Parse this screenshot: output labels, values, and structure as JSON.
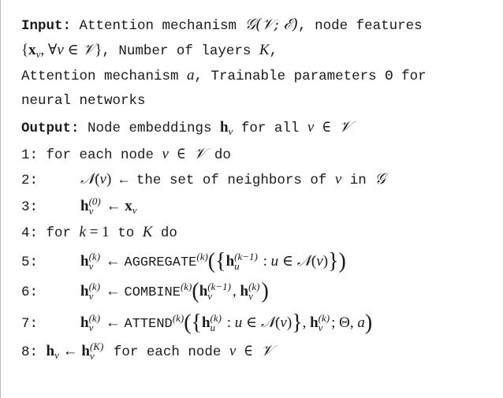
{
  "input": {
    "keyword": "Input:",
    "line1_text": " Attention mechanism ",
    "line1_math": "𝒢(𝒱; ℰ)",
    "line1_tail": ", node features",
    "line2_math": "{x",
    "line2_tail": ", Number of layers ",
    "line2_K": "K",
    "line3_text": "Attention mechanism ",
    "line3_a": "a",
    "line3_tail": ", Trainable parameters Θ for",
    "line4_text": "neural networks"
  },
  "output": {
    "keyword": "Output:",
    "text": " Node embeddings ",
    "h": "h",
    "sub": "v",
    "tail": " for all "
  },
  "steps": {
    "s1": {
      "num": "1:",
      "text": " for each node "
    },
    "s2": {
      "num": "2:",
      "text": " ← the set of neighbors of "
    },
    "s3": {
      "num": "3:"
    },
    "s4": {
      "num": "4:",
      "text": " for ",
      "tail": " to "
    },
    "s5": {
      "num": "5:",
      "fn": "AGGREGATE"
    },
    "s6": {
      "num": "6:",
      "fn": "COMBINE"
    },
    "s7": {
      "num": "7:",
      "fn": "ATTEND"
    },
    "s8": {
      "num": "8:",
      "text": " for each node "
    }
  }
}
